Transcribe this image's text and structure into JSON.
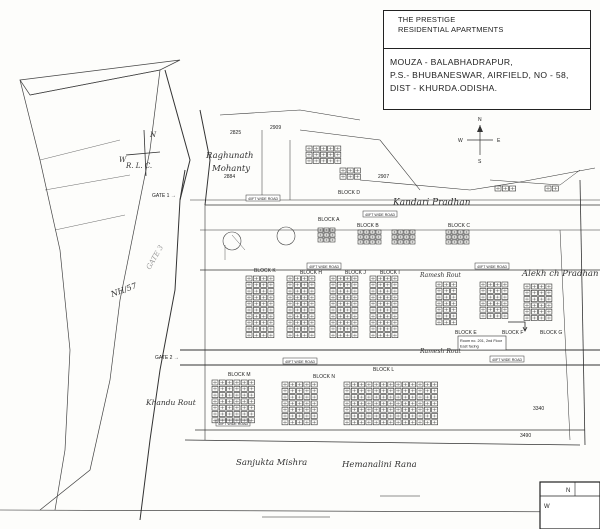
{
  "title_block": {
    "name_line1": "THE PRESTIGE",
    "name_line2": "RESIDENTIAL APARTMENTS",
    "mouza": "MOUZA - BALABHADRAPUR,",
    "ps": "P.S.- BHUBANESWAR, AIRFIELD, NO - 58,",
    "dist": "DIST - KHURDA.ODISHA."
  },
  "gates": {
    "gate1": "GATE 1 →",
    "gate2": "GATE 2 →"
  },
  "blocks": {
    "a": "BLOCK A",
    "b": "BLOCK B",
    "c": "BLOCK C",
    "d": "BLOCK D",
    "e": "BLOCK E",
    "f": "BLOCK F",
    "g": "BLOCK G",
    "h": "BLOCK H",
    "i": "BLOCK I",
    "j": "BLOCK J",
    "k": "BLOCK K",
    "l": "BLOCK L",
    "m": "BLOCK M",
    "n": "BLOCK N"
  },
  "roads": {
    "label": "40FT WIDE ROAD"
  },
  "plots": {
    "p1": "2825",
    "p2": "2909",
    "p3": "2907",
    "p4": "2884",
    "p5": "3340",
    "p6": "3490"
  },
  "annotation": {
    "line1": "Room no. 201, 2nd Floor",
    "line2": "East facing"
  },
  "handwritten": {
    "raghunath": "Raghunath",
    "mohanty": "Mohanty",
    "kandari": "Kandari Pradhan",
    "alekh": "Alekh ch Pradhan",
    "ramesh": "Ramesh Rout",
    "khandu": "Khandu Rout",
    "sanjukta": "Sanjukta Mishra",
    "hemanalini": "Hemanalini Rana",
    "nh": "NH/57",
    "ghost": "GATE 3",
    "rlc": "R. L. C."
  },
  "compass": {
    "n": "N",
    "s": "S",
    "e": "E",
    "w": "W"
  },
  "stamp": {
    "n": "N",
    "w": "W"
  }
}
